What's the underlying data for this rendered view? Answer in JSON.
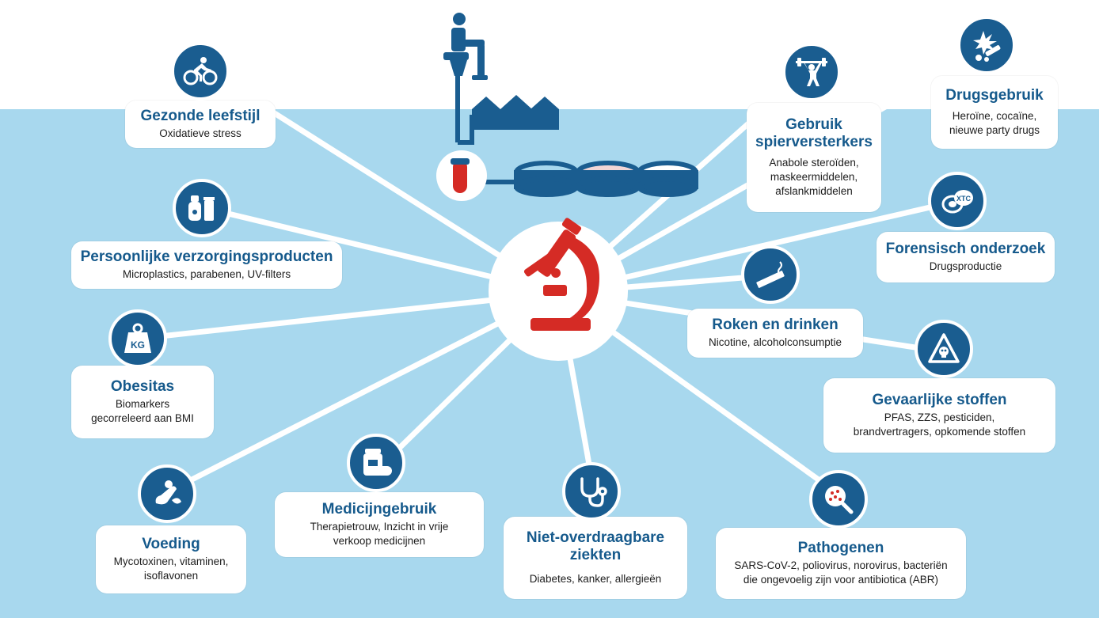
{
  "colors": {
    "navy": "#1a5d90",
    "title_blue": "#165a8c",
    "sea": "#a8d8ee",
    "red": "#d52b25"
  },
  "center": {
    "icon": "microscope-icon"
  },
  "top_illustration": {
    "icons": [
      "person-on-toilet-icon",
      "houses-icon",
      "test-tube-icon",
      "petri-dish-icon"
    ]
  },
  "nodes": {
    "leefstijl": {
      "title": "Gezonde leefstijl",
      "desc": [
        "Oxidatieve stress"
      ],
      "icon": "cyclist-icon"
    },
    "verzorging": {
      "title": "Persoonlijke verzorgingsproducten",
      "desc": [
        "Microplastics, parabenen, UV-filters"
      ],
      "icon": "cosmetics-icon"
    },
    "obesitas": {
      "title": "Obesitas",
      "desc": [
        "Biomarkers",
        "gecorreleerd aan BMI"
      ],
      "icon": "weight-kg-icon"
    },
    "voeding": {
      "title": "Voeding",
      "desc": [
        "Mycotoxinen, vitaminen,",
        "isoflavonen"
      ],
      "icon": "food-icon"
    },
    "medicijn": {
      "title": "Medicijngebruik",
      "desc": [
        "Therapietrouw, Inzicht in vrije",
        "verkoop medicijnen"
      ],
      "icon": "pills-icon"
    },
    "ziekten": {
      "title": [
        "Niet-overdraagbare",
        "ziekten"
      ],
      "desc": [
        "Diabetes, kanker, allergieën"
      ],
      "icon": "stethoscope-icon"
    },
    "pathogenen": {
      "title": "Pathogenen",
      "desc": [
        "SARS-CoV-2, poliovirus, norovirus, bacteriën",
        "die ongevoelig zijn voor antibiotica (ABR)"
      ],
      "icon": "magnifier-virus-icon"
    },
    "gevaarlijk": {
      "title": "Gevaarlijke stoffen",
      "desc": [
        "PFAS, ZZS, pesticiden,",
        "brandvertragers, opkomende stoffen"
      ],
      "icon": "hazard-skull-icon"
    },
    "roken": {
      "title": "Roken en drinken",
      "desc": [
        "Nicotine, alcoholconsumptie"
      ],
      "icon": "cigarette-icon"
    },
    "forensisch": {
      "title": "Forensisch onderzoek",
      "desc": [
        "Drugsproductie"
      ],
      "icon": "xtc-pills-icon"
    },
    "spier": {
      "title": [
        "Gebruik",
        "spierversterkers"
      ],
      "desc": [
        "Anabole steroïden,",
        "maskeermiddelen,",
        "afslankmiddelen"
      ],
      "icon": "weightlifter-icon"
    },
    "drugs": {
      "title": "Drugsgebruik",
      "desc": [
        "Heroïne, cocaïne,",
        "nieuwe party drugs"
      ],
      "icon": "drugs-syringe-icon"
    }
  }
}
